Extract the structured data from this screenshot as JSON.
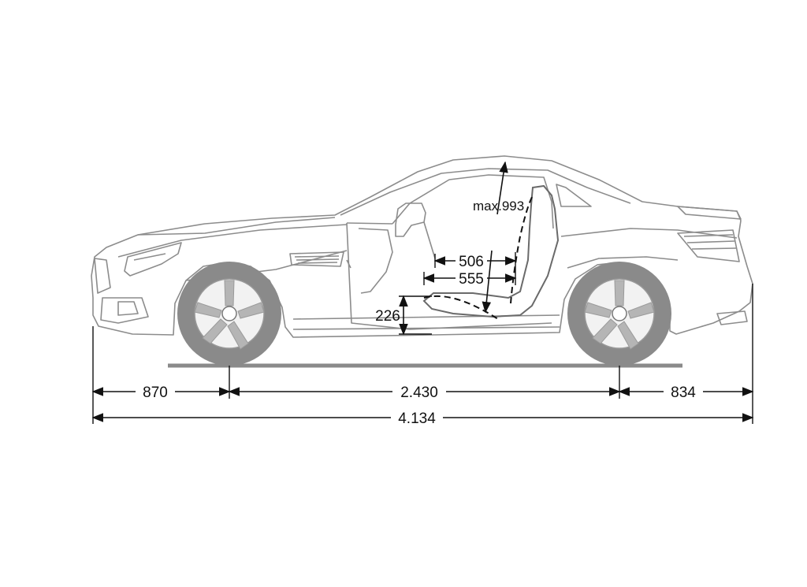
{
  "dimensions": {
    "front_overhang": "870",
    "wheelbase": "2.430",
    "rear_overhang": "834",
    "overall_length": "4.134",
    "headroom": "max.993",
    "legroom_a": "506",
    "legroom_b": "555",
    "seat_height": "226"
  }
}
